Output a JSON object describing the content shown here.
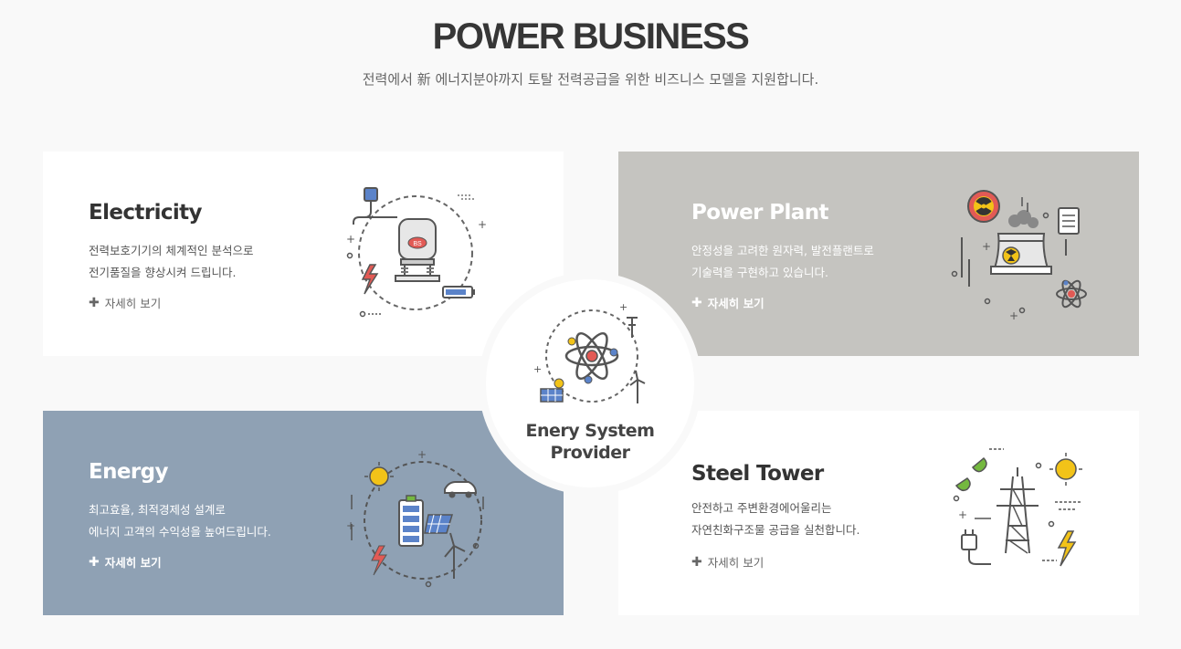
{
  "header": {
    "title": "POWER BUSINESS",
    "subtitle": "전력에서 新 에너지분야까지 토탈 전력공급을 위한 비즈니스 모델을 지원합니다."
  },
  "panels": {
    "electricity": {
      "title": "Electricity",
      "desc_line1": "전력보호기기의 체계적인 분석으로",
      "desc_line2": "전기품질을 향상시켜 드립니다.",
      "more": "자세히 보기",
      "badge": "BS"
    },
    "plant": {
      "title": "Power Plant",
      "desc_line1": "안정성을 고려한 원자력, 발전플랜트로",
      "desc_line2": "기술력을 구현하고 있습니다.",
      "more": "자세히 보기"
    },
    "energy": {
      "title": "Energy",
      "desc_line1": "최고효율, 최적경제성 설계로",
      "desc_line2": "에너지 고객의 수익성을 높여드립니다.",
      "more": "자세히 보기"
    },
    "steel": {
      "title": "Steel Tower",
      "desc_line1": "안전하고 주변환경에어울리는",
      "desc_line2": "자연친화구조물 공급을 실천합니다.",
      "more": "자세히 보기"
    }
  },
  "center": {
    "line1": "Enery System",
    "line2": "Provider"
  },
  "icons": {
    "electricity": "transformer-icon",
    "plant": "nuclear-plant-icon",
    "energy": "battery-solar-icon",
    "steel": "steel-tower-icon",
    "center": "atom-cycle-icon",
    "more": "plus-icon"
  },
  "colors": {
    "plant_bg": "#c5c4c0",
    "energy_bg": "#8fa1b4",
    "accent_red": "#e25a55",
    "accent_yellow": "#f2c318",
    "accent_blue": "#5b83c9",
    "accent_green": "#74b83f"
  }
}
